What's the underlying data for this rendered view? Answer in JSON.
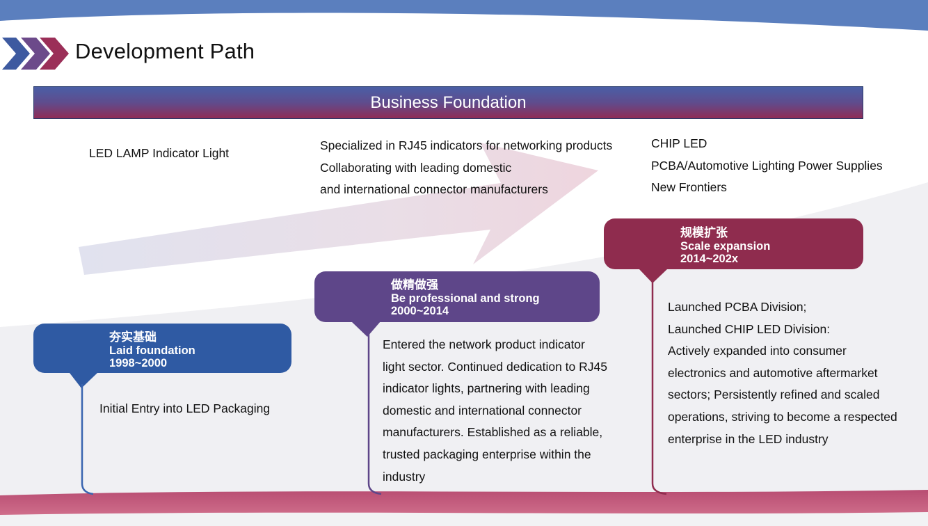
{
  "header": {
    "title": "Development Path"
  },
  "banner": {
    "label": "Business Foundation"
  },
  "foundation": {
    "col1": [
      "LED LAMP Indicator Light"
    ],
    "col2": [
      "Specialized in RJ45 indicators for networking products",
      "Collaborating with leading domestic",
      "and international connector manufacturers"
    ],
    "col3": [
      "CHIP LED",
      "PCBA/Automotive Lighting Power Supplies",
      "New Frontiers"
    ]
  },
  "stages": [
    {
      "zh": "夯实基础",
      "en": "Laid foundation",
      "dates": "1998~2000",
      "color": "#2f5aa3",
      "description": [
        "Initial Entry into LED Packaging"
      ]
    },
    {
      "zh": "做精做强",
      "en": "Be professional and strong",
      "dates": "2000~2014",
      "color": "#5e4689",
      "description": [
        "Entered the network product indicator",
        "light sector. Continued dedication to RJ45",
        "indicator lights, partnering with leading",
        "domestic and international connector",
        "manufacturers. Established as a reliable,",
        "trusted packaging enterprise within the",
        "industry"
      ]
    },
    {
      "zh": "规模扩张",
      "en": "Scale expansion",
      "dates": "2014~202x",
      "color": "#8f2c4e",
      "description": [
        "Launched PCBA Division;",
        "Launched CHIP LED Division:",
        "Actively expanded into consumer",
        "electronics and automotive aftermarket",
        "sectors; Persistently refined and scaled",
        "operations, striving to become a respected",
        "enterprise in the LED industry"
      ]
    }
  ]
}
